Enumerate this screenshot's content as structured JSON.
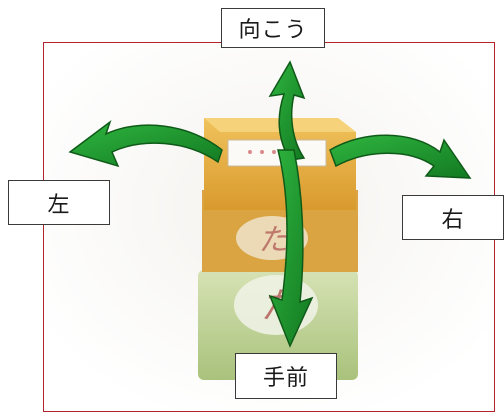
{
  "labels": {
    "back": "向こう",
    "left": "左",
    "right": "右",
    "front": "手前"
  },
  "box_glyph": "た",
  "colors": {
    "frame": "#b3242c",
    "arrow_fill": "#1e9a2e",
    "arrow_stroke": "#0f5a18",
    "box_top": "#e8b04a",
    "box_lower": "#b9cf8f"
  },
  "icons": {
    "arrow_up": "arrow-up-icon",
    "arrow_left": "arrow-left-icon",
    "arrow_right": "arrow-right-icon",
    "arrow_down": "arrow-down-icon"
  }
}
